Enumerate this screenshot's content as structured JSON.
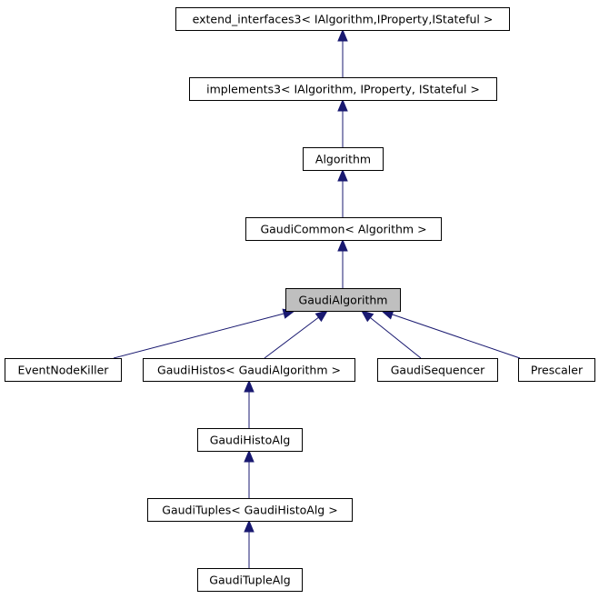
{
  "diagram": {
    "nodes": [
      {
        "id": "extend_interfaces3",
        "label": "extend_interfaces3< IAlgorithm,IProperty,IStateful >"
      },
      {
        "id": "implements3",
        "label": "implements3< IAlgorithm, IProperty, IStateful >"
      },
      {
        "id": "algorithm",
        "label": "Algorithm"
      },
      {
        "id": "gaudi_common",
        "label": "GaudiCommon< Algorithm >"
      },
      {
        "id": "gaudi_algorithm",
        "label": "GaudiAlgorithm",
        "highlighted": true
      },
      {
        "id": "event_node_killer",
        "label": "EventNodeKiller"
      },
      {
        "id": "gaudi_histos",
        "label": "GaudiHistos< GaudiAlgorithm >"
      },
      {
        "id": "gaudi_sequencer",
        "label": "GaudiSequencer"
      },
      {
        "id": "prescaler",
        "label": "Prescaler"
      },
      {
        "id": "gaudi_histo_alg",
        "label": "GaudiHistoAlg"
      },
      {
        "id": "gaudi_tuples",
        "label": "GaudiTuples< GaudiHistoAlg >"
      },
      {
        "id": "gaudi_tuple_alg",
        "label": "GaudiTupleAlg"
      }
    ],
    "edges": [
      {
        "from": "implements3",
        "to": "extend_interfaces3"
      },
      {
        "from": "algorithm",
        "to": "implements3"
      },
      {
        "from": "gaudi_common",
        "to": "algorithm"
      },
      {
        "from": "gaudi_algorithm",
        "to": "gaudi_common"
      },
      {
        "from": "event_node_killer",
        "to": "gaudi_algorithm"
      },
      {
        "from": "gaudi_histos",
        "to": "gaudi_algorithm"
      },
      {
        "from": "gaudi_sequencer",
        "to": "gaudi_algorithm"
      },
      {
        "from": "prescaler",
        "to": "gaudi_algorithm"
      },
      {
        "from": "gaudi_histo_alg",
        "to": "gaudi_histos"
      },
      {
        "from": "gaudi_tuples",
        "to": "gaudi_histo_alg"
      },
      {
        "from": "gaudi_tuple_alg",
        "to": "gaudi_tuples"
      }
    ],
    "colors": {
      "edge": "#191970",
      "node_border": "#000000",
      "node_fill": "#ffffff",
      "highlight_fill": "#bfbfbf"
    }
  }
}
